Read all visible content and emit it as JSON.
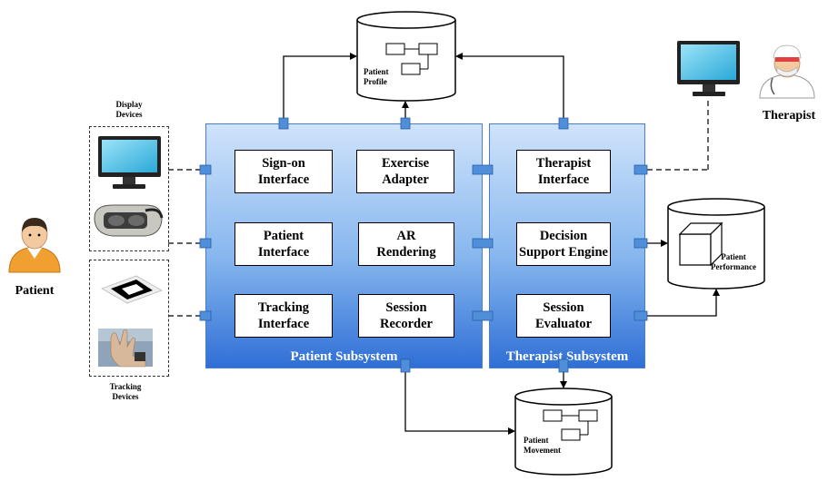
{
  "subsystems": {
    "patient": "Patient Subsystem",
    "therapist": "Therapist Subsystem"
  },
  "components": {
    "sign_on": "Sign-on\nInterface",
    "exercise_adapter": "Exercise\nAdapter",
    "therapist_interface": "Therapist\nInterface",
    "patient_interface": "Patient\nInterface",
    "ar_rendering": "AR\nRendering",
    "decision_support": "Decision\nSupport Engine",
    "tracking_interface": "Tracking\nInterface",
    "session_recorder": "Session\nRecorder",
    "session_evaluator": "Session\nEvaluator"
  },
  "databases": {
    "patient_profile": "Patient\nProfile",
    "patient_performance": "Patient\nPerformance",
    "patient_movement": "Patient\nMovement"
  },
  "devices": {
    "display": "Display\nDevices",
    "tracking": "Tracking\nDevices"
  },
  "actors": {
    "patient": "Patient",
    "therapist": "Therapist"
  },
  "colors": {
    "subsystem_top": "#cfe3fb",
    "subsystem_bottom": "#2f6fd6",
    "connector": "#4f8fd9",
    "monitor_screen": "#5ec7ec",
    "patient_shirt": "#f0a030"
  }
}
